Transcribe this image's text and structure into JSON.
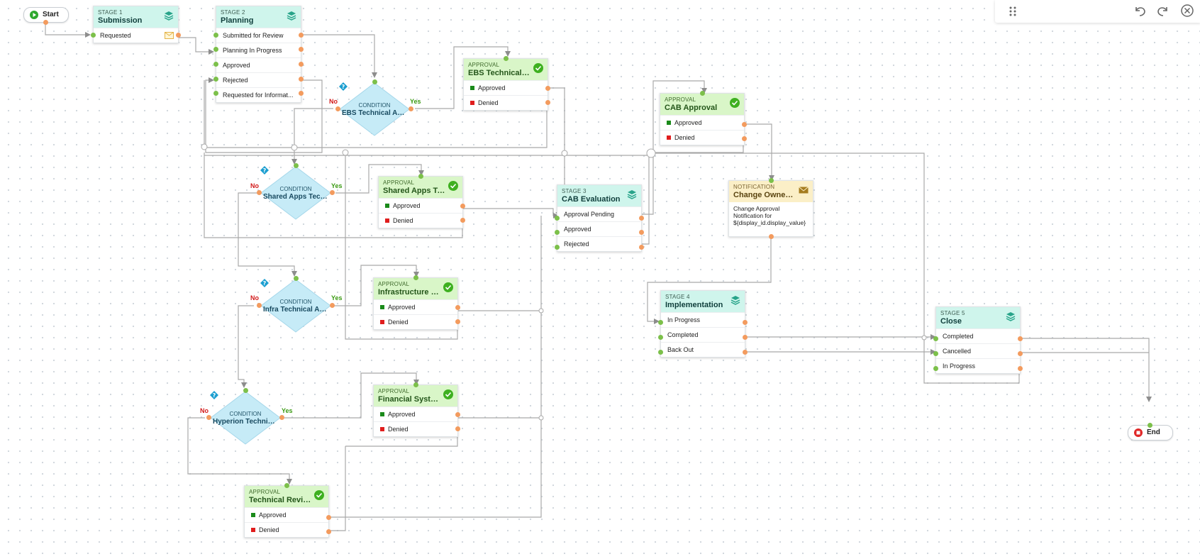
{
  "colors": {
    "stage": "#cff5ec",
    "approval": "#d9f6c8",
    "notification": "#fbefc7",
    "condition": "#c6ebf7",
    "wire": "#a7a7a7",
    "port_in": "#7cc04a",
    "port_out": "#f39b5e",
    "no": "#d21a1a",
    "yes": "#3a9a12"
  },
  "toolbar": {
    "icons": [
      "drag-handle-icon",
      "undo-icon",
      "redo-icon",
      "close-icon"
    ]
  },
  "start": {
    "label": "Start",
    "icon": "play-icon"
  },
  "end": {
    "label": "End",
    "icon": "stop-icon"
  },
  "stage1": {
    "kind": "STAGE 1",
    "title": "Submission",
    "rows": [
      "Requested"
    ]
  },
  "stage2": {
    "kind": "STAGE 2",
    "title": "Planning",
    "rows": [
      "Submitted for Review",
      "Planning In Progress",
      "Approved",
      "Rejected",
      "Requested for Informat..."
    ]
  },
  "stage3": {
    "kind": "STAGE 3",
    "title": "CAB Evaluation",
    "rows": [
      "Approval Pending",
      "Approved",
      "Rejected"
    ]
  },
  "stage4": {
    "kind": "STAGE 4",
    "title": "Implementation",
    "rows": [
      "In Progress",
      "Completed",
      "Back Out"
    ]
  },
  "stage5": {
    "kind": "STAGE 5",
    "title": "Close",
    "rows": [
      "Completed",
      "Cancelled",
      "In Progress"
    ]
  },
  "approval_ebs": {
    "kind": "APPROVAL",
    "title": "EBS Technical Ap...",
    "rows": [
      "Approved",
      "Denied"
    ]
  },
  "approval_shared": {
    "kind": "APPROVAL",
    "title": "Shared Apps Tech...",
    "rows": [
      "Approved",
      "Denied"
    ]
  },
  "approval_infra": {
    "kind": "APPROVAL",
    "title": "Infrastructure Tec...",
    "rows": [
      "Approved",
      "Denied"
    ]
  },
  "approval_financial": {
    "kind": "APPROVAL",
    "title": "Financial System ...",
    "rows": [
      "Approved",
      "Denied"
    ]
  },
  "approval_review": {
    "kind": "APPROVAL",
    "title": "Technical Review ...",
    "rows": [
      "Approved",
      "Denied"
    ]
  },
  "approval_cab": {
    "kind": "APPROVAL",
    "title": "CAB Approval",
    "rows": [
      "Approved",
      "Denied"
    ]
  },
  "notification": {
    "kind": "NOTIFICATION",
    "title": "Change Owner No...",
    "body": "Change Approval Notification for ${display_id.display_value}"
  },
  "cond_ebs": {
    "kind": "CONDITION",
    "title": "EBS Technical Ap...",
    "no": "No",
    "yes": "Yes"
  },
  "cond_shared": {
    "kind": "CONDITION",
    "title": "Shared Apps Tech...",
    "no": "No",
    "yes": "Yes"
  },
  "cond_infra": {
    "kind": "CONDITION",
    "title": "Infra Technical Ap...",
    "no": "No",
    "yes": "Yes"
  },
  "cond_hyperion": {
    "kind": "CONDITION",
    "title": "Hyperion Technica...",
    "no": "No",
    "yes": "Yes"
  }
}
